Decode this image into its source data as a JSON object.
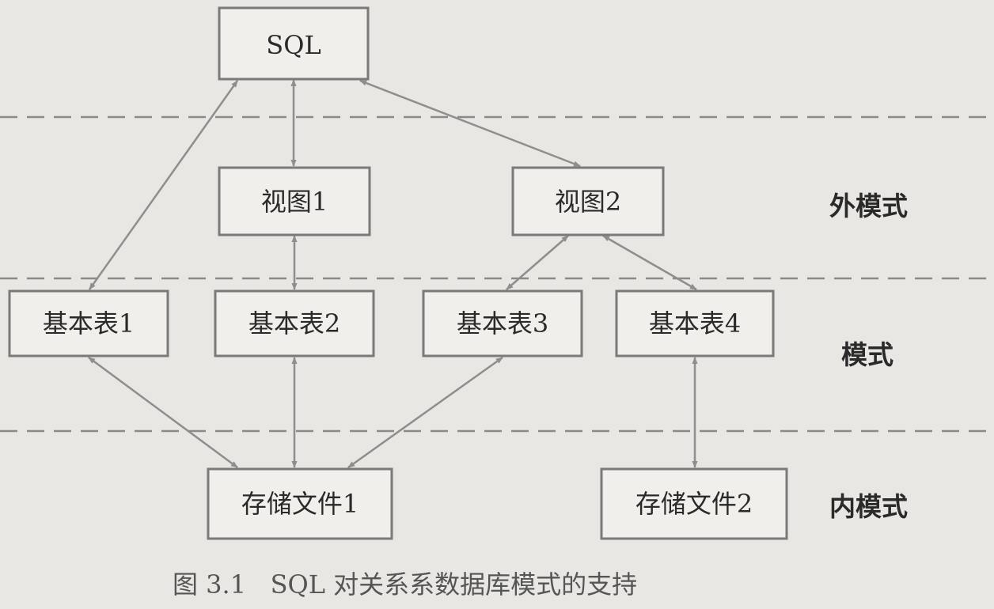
{
  "nodes": {
    "sql": "SQL",
    "view1": "视图1",
    "view2": "视图2",
    "table1": "基本表1",
    "table2": "基本表2",
    "table3": "基本表3",
    "table4": "基本表4",
    "file1": "存储文件1",
    "file2": "存储文件2"
  },
  "levels": {
    "external": "外模式",
    "conceptual": "模式",
    "internal": "内模式"
  },
  "caption": "图 3.1   SQL 对关系系数据库模式的支持",
  "edges": [
    [
      "sql",
      "view1"
    ],
    [
      "sql",
      "table1"
    ],
    [
      "sql",
      "view2"
    ],
    [
      "view1",
      "table2"
    ],
    [
      "view2",
      "table3"
    ],
    [
      "view2",
      "table4"
    ],
    [
      "table1",
      "file1"
    ],
    [
      "table2",
      "file1"
    ],
    [
      "table3",
      "file1"
    ],
    [
      "table4",
      "file2"
    ]
  ],
  "colors": {
    "background": "#e9e7e3",
    "box_fill": "#f1efeb",
    "stroke": "#7a7a7a",
    "arrow": "#8e8e8e"
  }
}
